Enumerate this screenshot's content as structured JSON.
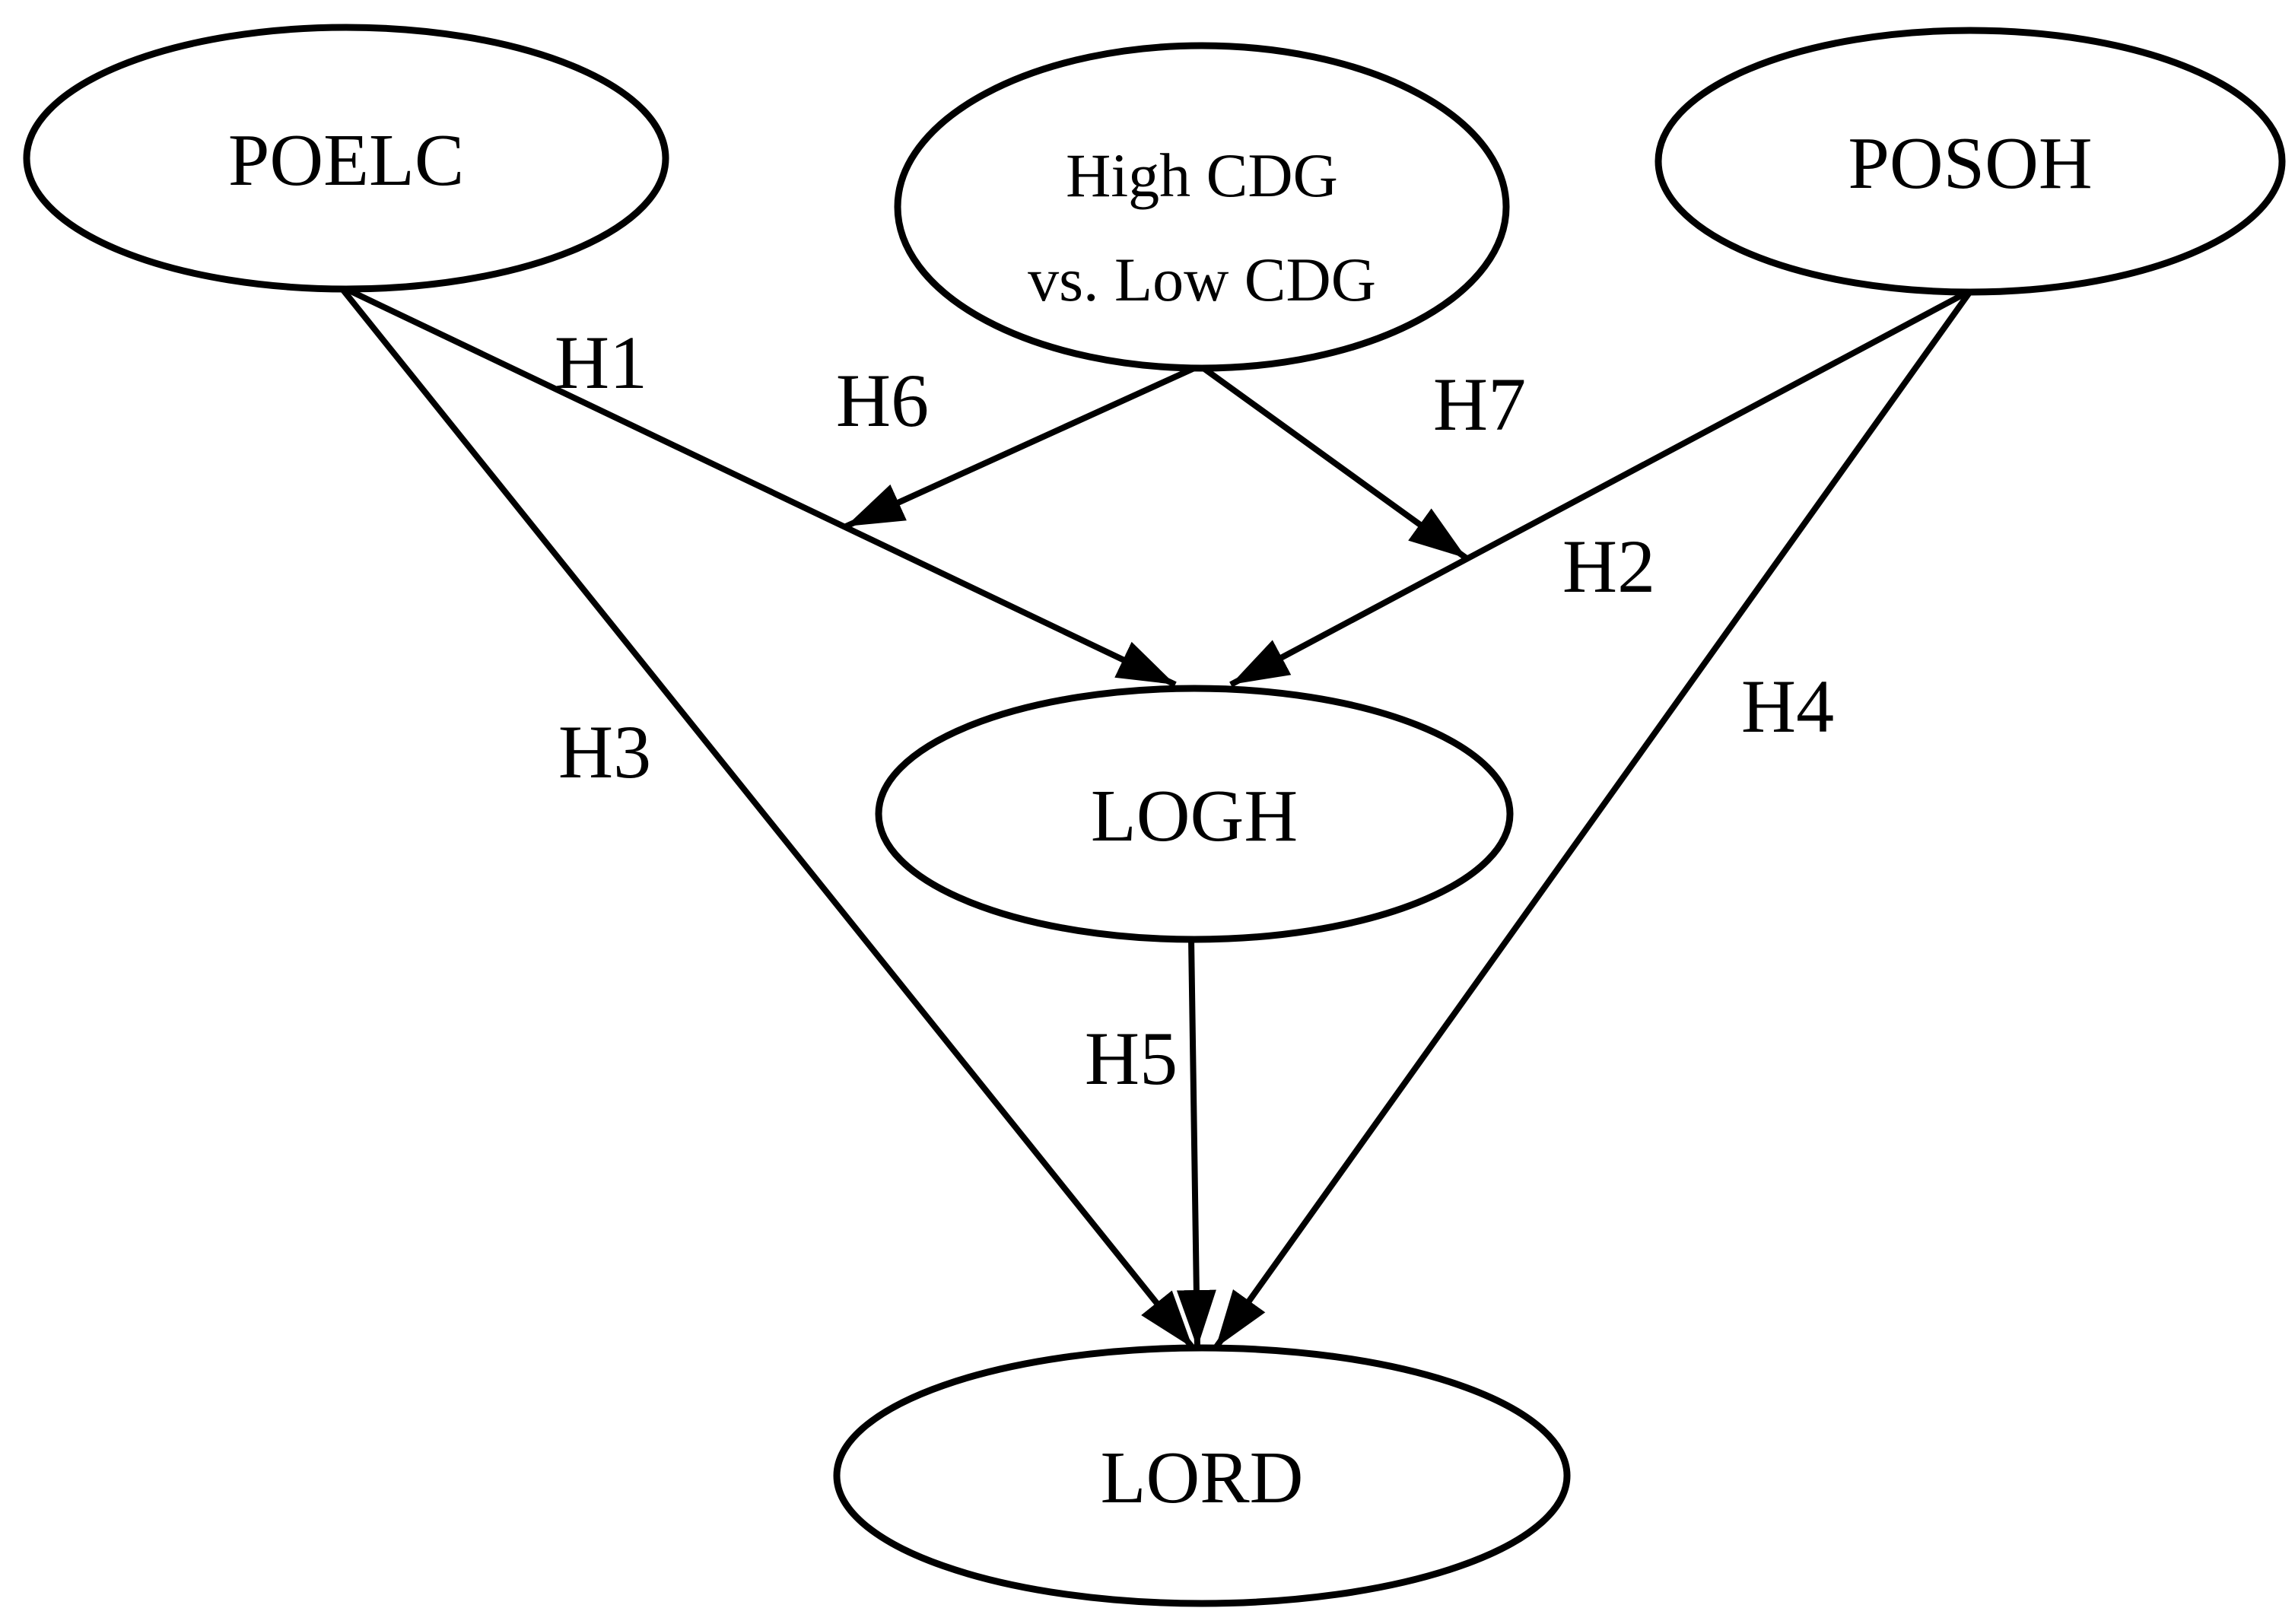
{
  "diagram": {
    "colors": {
      "stroke": "#000000",
      "background": "#ffffff"
    },
    "nodes": {
      "poelc": {
        "label": "POELC"
      },
      "cdg": {
        "label_line1": "High CDG",
        "label_line2": "vs. Low CDG"
      },
      "posoh": {
        "label": "POSOH"
      },
      "logh": {
        "label": "LOGH"
      },
      "lord": {
        "label": "LORD"
      }
    },
    "edges": {
      "h1": {
        "label": "H1",
        "from": "POELC",
        "to": "LOGH"
      },
      "h2": {
        "label": "H2",
        "from": "POSOH",
        "to": "LOGH"
      },
      "h3": {
        "label": "H3",
        "from": "POELC",
        "to": "LORD"
      },
      "h4": {
        "label": "H4",
        "from": "POSOH",
        "to": "LORD"
      },
      "h5": {
        "label": "H5",
        "from": "LOGH",
        "to": "LORD"
      },
      "h6": {
        "label": "H6",
        "from": "High CDG vs. Low CDG",
        "to": "H1 path"
      },
      "h7": {
        "label": "H7",
        "from": "High CDG vs. Low CDG",
        "to": "H2 path"
      }
    }
  }
}
